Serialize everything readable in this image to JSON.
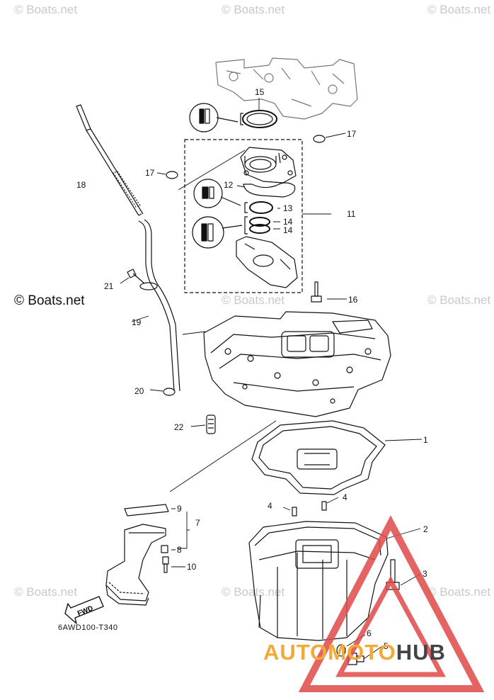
{
  "watermarks": {
    "top_left": "© Boats.net",
    "top_center": "© Boats.net",
    "top_right": "© Boats.net",
    "mid_left": "© Boats.net",
    "mid_center": "© Boats.net",
    "mid_right": "© Boats.net",
    "low_left": "© Boats.net",
    "low_center": "© Boats.net",
    "low_right": "© Boats.net"
  },
  "diagram_code": "6AWD100-T340",
  "fwd_label": "FWD",
  "logo": {
    "part1": "AUTO",
    "part2": "MOTO",
    "part3": "HUB",
    "colors": {
      "red": "#e0494a",
      "orange": "#f2a93a",
      "dark": "#444444"
    }
  },
  "callouts": {
    "c1": "1",
    "c2": "2",
    "c3": "3",
    "c4a": "4",
    "c4b": "4",
    "c5": "5",
    "c6": "6",
    "c7": "7",
    "c8": "8",
    "c9": "9",
    "c10": "10",
    "c11": "11",
    "c12": "12",
    "c13": "13",
    "c14a": "14",
    "c14b": "14",
    "c15": "15",
    "c16": "16",
    "c17a": "17",
    "c17b": "17",
    "c18": "18",
    "c19": "19",
    "c20": "20",
    "c21": "21",
    "c22": "22"
  }
}
